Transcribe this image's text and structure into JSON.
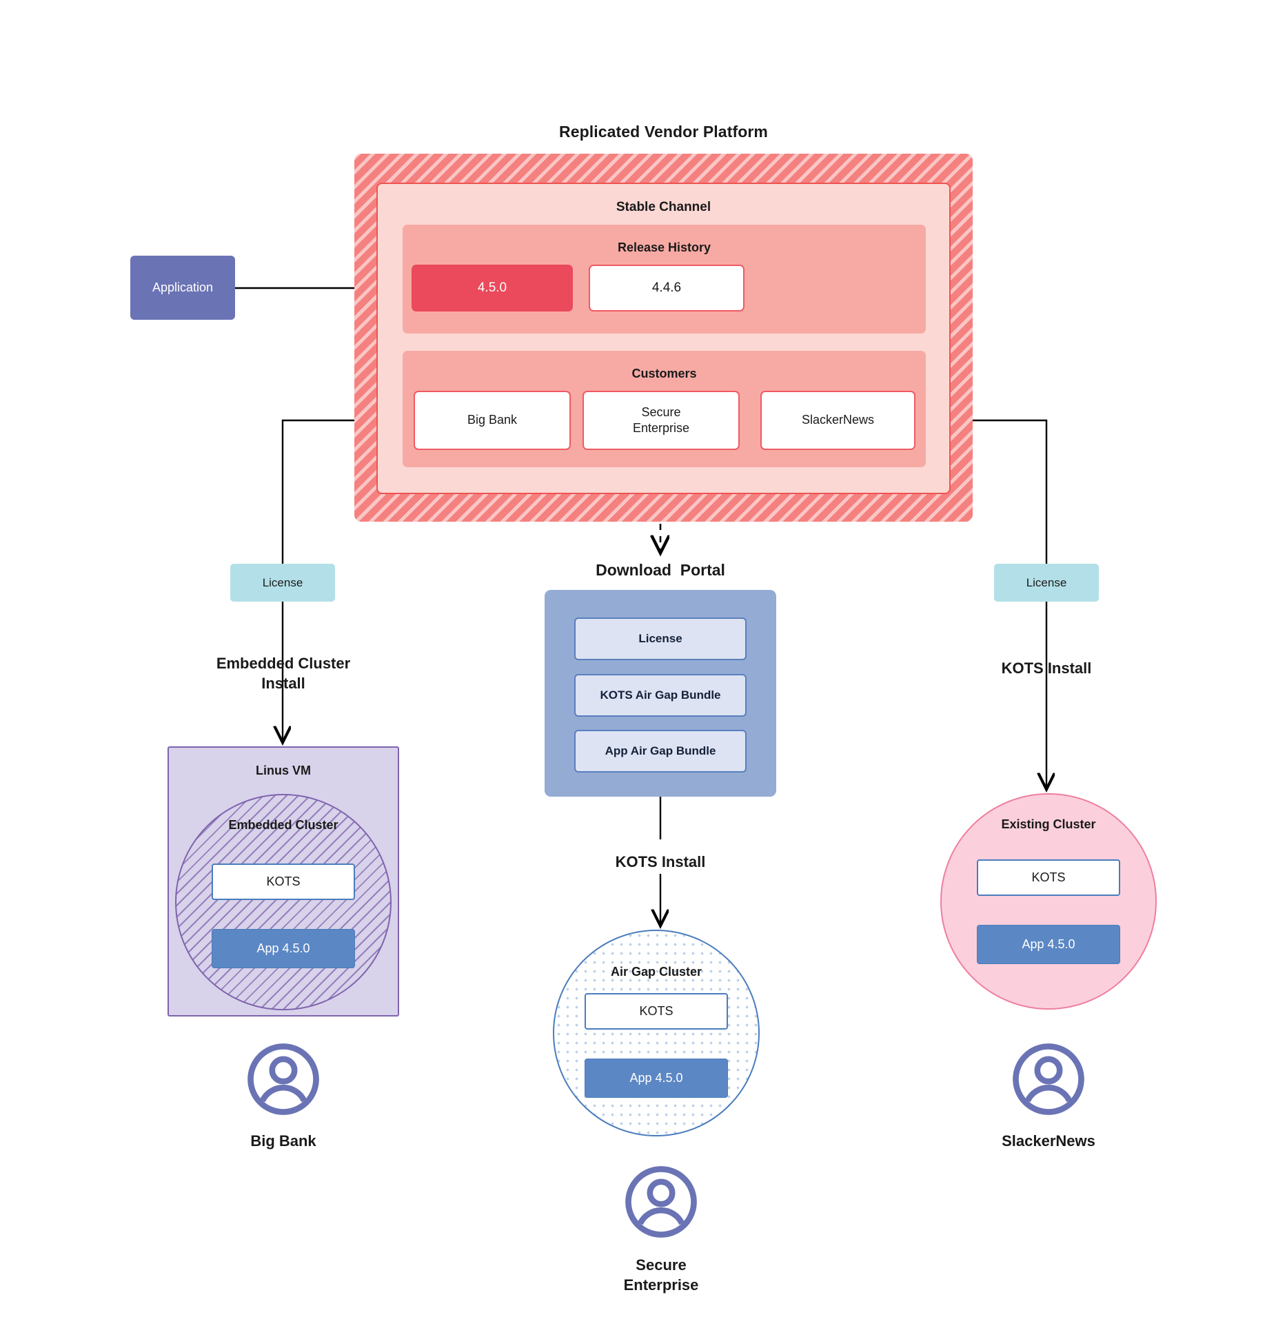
{
  "diagram": {
    "title": "Replicated Vendor Platform",
    "platform": {
      "channel_label": "Stable Channel",
      "release_history": {
        "label": "Release History",
        "releases": [
          {
            "version": "4.5.0",
            "state": "current"
          },
          {
            "version": "4.4.6",
            "state": "past"
          }
        ]
      },
      "customers": {
        "label": "Customers",
        "items": [
          {
            "name": "Big Bank"
          },
          {
            "name": "Secure\nEnterprise"
          },
          {
            "name": "SlackerNews"
          }
        ]
      }
    },
    "application_node": {
      "label": "Application"
    },
    "licenses": [
      {
        "id": "license-left",
        "label": "License"
      },
      {
        "id": "license-right",
        "label": "License"
      }
    ],
    "download_portal": {
      "title": "Download  Portal",
      "items": [
        {
          "label": "License"
        },
        {
          "label": "KOTS Air Gap Bundle"
        },
        {
          "label": "App Air Gap Bundle"
        }
      ]
    },
    "install_paths": [
      {
        "id": "left",
        "label": "Embedded Cluster\nInstall"
      },
      {
        "id": "center",
        "label": "KOTS Install"
      },
      {
        "id": "right",
        "label": "KOTS Install"
      }
    ],
    "targets": {
      "left": {
        "host_label": "Linus VM",
        "cluster_label": "Embedded Cluster",
        "kots_label": "KOTS",
        "app_label": "App 4.5.0",
        "customer_label": "Big Bank"
      },
      "center": {
        "cluster_label": "Air Gap Cluster",
        "kots_label": "KOTS",
        "app_label": "App 4.5.0",
        "customer_label": "Secure\nEnterprise"
      },
      "right": {
        "cluster_label": "Existing Cluster",
        "kots_label": "KOTS",
        "app_label": "App 4.5.0",
        "customer_label": "SlackerNews"
      }
    },
    "icons": {
      "avatar": "user-avatar-icon"
    },
    "colors": {
      "platform_hatch": "#f4817f",
      "platform_inner": "#fbd8d4",
      "band": "#f7aaa4",
      "release_current": "#ea4a5c",
      "release_border": "#ef5a64",
      "application": "#6a73b4",
      "license": "#b3e0e8",
      "portal": "#94abd4",
      "portal_item": "#dde3f3",
      "vm": "#d8d2ea",
      "vm_border": "#7e63ad",
      "airgap_border": "#4a7cbd",
      "existing_cluster": "#fbd0dc",
      "existing_border": "#ef7e9e",
      "app_box": "#5b87c4",
      "avatar": "#6a73b4",
      "connector": "#000000"
    }
  }
}
